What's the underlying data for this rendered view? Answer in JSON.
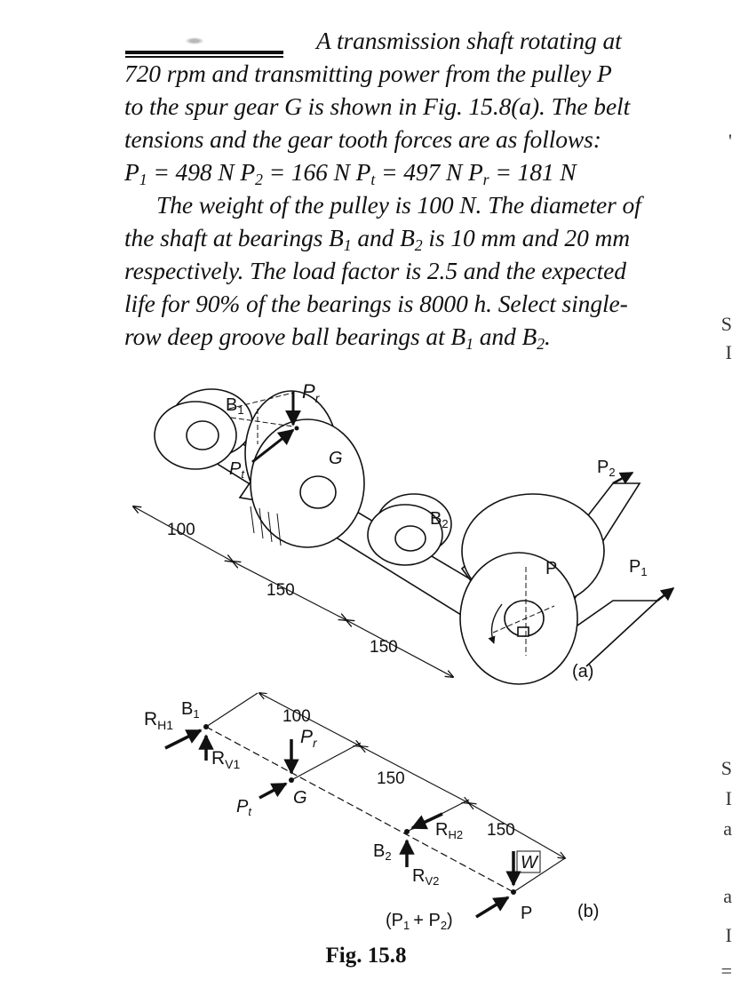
{
  "problem": {
    "lead": "A transmission shaft rotating at",
    "line2": "720 rpm and transmitting power from the pulley P",
    "line3": "to the spur gear G is shown in Fig. 15.8(a). The belt",
    "line4": "tensions and the gear tooth forces are as follows:",
    "forces": [
      {
        "sym": "P",
        "sub": "1",
        "val": "= 498 N"
      },
      {
        "sym": "P",
        "sub": "2",
        "val": "= 166 N"
      },
      {
        "sym": "P",
        "sub": "t",
        "val": "= 497 N"
      },
      {
        "sym": "P",
        "sub": "r",
        "val": "= 181 N"
      }
    ]
  },
  "paragraph2": {
    "l1": "The weight of the pulley is 100 N. The diameter of",
    "l2a": "the shaft at bearings B",
    "l2b": "and B",
    "l2c": "is 10 mm and 20 mm",
    "l3": "respectively. The load factor is 2.5 and the expected",
    "l4": "life for 90% of the bearings is 8000 h. Select single-",
    "l5a": "row deep groove ball bearings at B",
    "l5b": "and B",
    "sub1": "1",
    "sub2": "2",
    "end": "."
  },
  "figure_a": {
    "B1": "B",
    "B1_sub": "1",
    "Pr": "P",
    "Pr_sub": "r",
    "Pt": "P",
    "Pt_sub": "t",
    "G": "G",
    "B2": "B",
    "B2_sub": "2",
    "P2": "P",
    "P2_sub": "2",
    "P": "P",
    "P1": "P",
    "P1_sub": "1",
    "dim1": "100",
    "dim2": "150",
    "dim3": "150",
    "label": "(a)"
  },
  "figure_b": {
    "RH1": "R",
    "RH1_sub": "H1",
    "B1": "B",
    "B1_sub": "1",
    "RV1": "R",
    "RV1_sub": "V1",
    "dim1": "100",
    "Pr": "P",
    "Pr_sub": "r",
    "G": "G",
    "Pt": "P",
    "Pt_sub": "t",
    "dim2": "150",
    "B2": "B",
    "B2_sub": "2",
    "RH2": "R",
    "RH2_sub": "H2",
    "dim3": "150",
    "RV2": "R",
    "RV2_sub": "V2",
    "W": "W",
    "P": "P",
    "sum": "(P",
    "sum_mid": "+ P",
    "sum_end": ")",
    "sum_s1": "1",
    "sum_s2": "2",
    "label": "(b)"
  },
  "caption": "Fig. 15.8"
}
